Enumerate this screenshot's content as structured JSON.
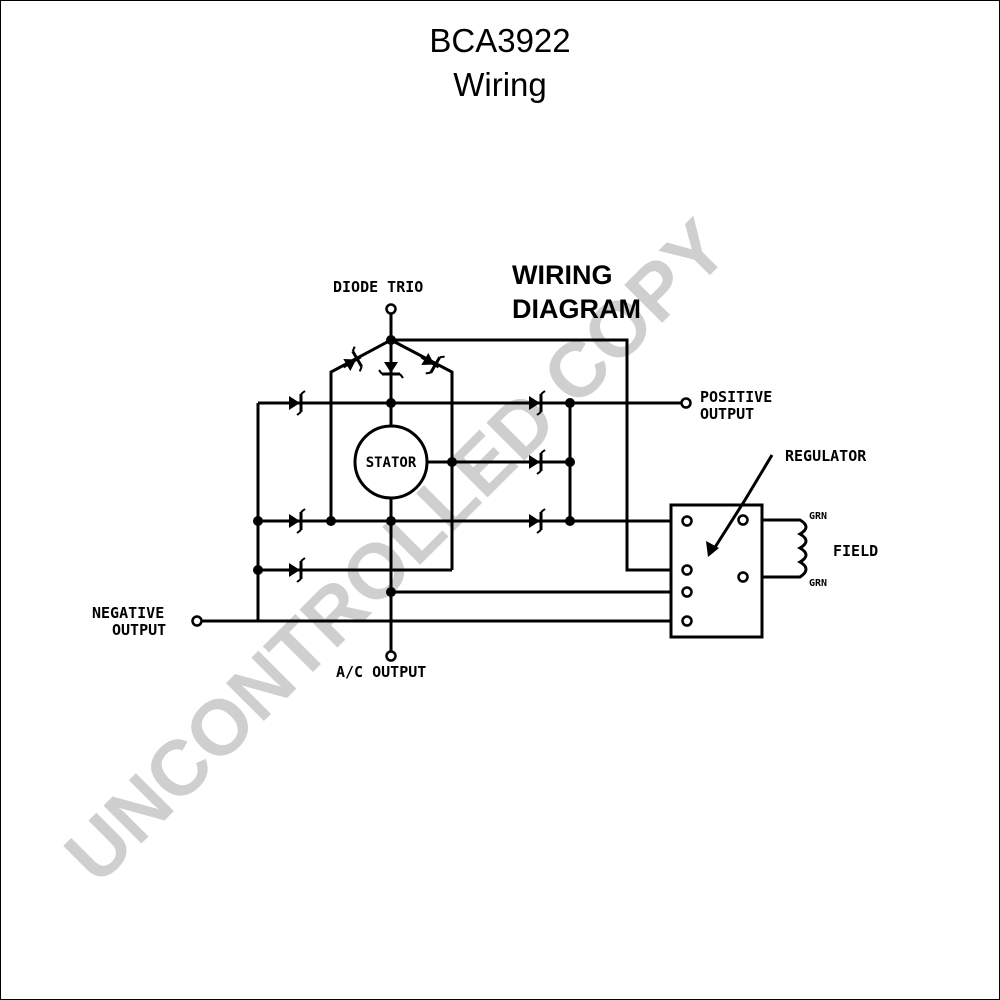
{
  "header": {
    "title": "BCA3922",
    "subtitle": "Wiring"
  },
  "diagram": {
    "heading_line1": "WIRING",
    "heading_line2": "DIAGRAM",
    "labels": {
      "diode_trio": "DIODE TRIO",
      "positive_output_1": "POSITIVE",
      "positive_output_2": "OUTPUT",
      "negative_output_1": "NEGATIVE",
      "negative_output_2": "OUTPUT",
      "stator": "STATOR",
      "regulator": "REGULATOR",
      "field": "FIELD",
      "grn_top": "GRN",
      "grn_bottom": "GRN",
      "ac_output": "A/C OUTPUT"
    }
  },
  "watermark": "UNCONTROLLED COPY"
}
